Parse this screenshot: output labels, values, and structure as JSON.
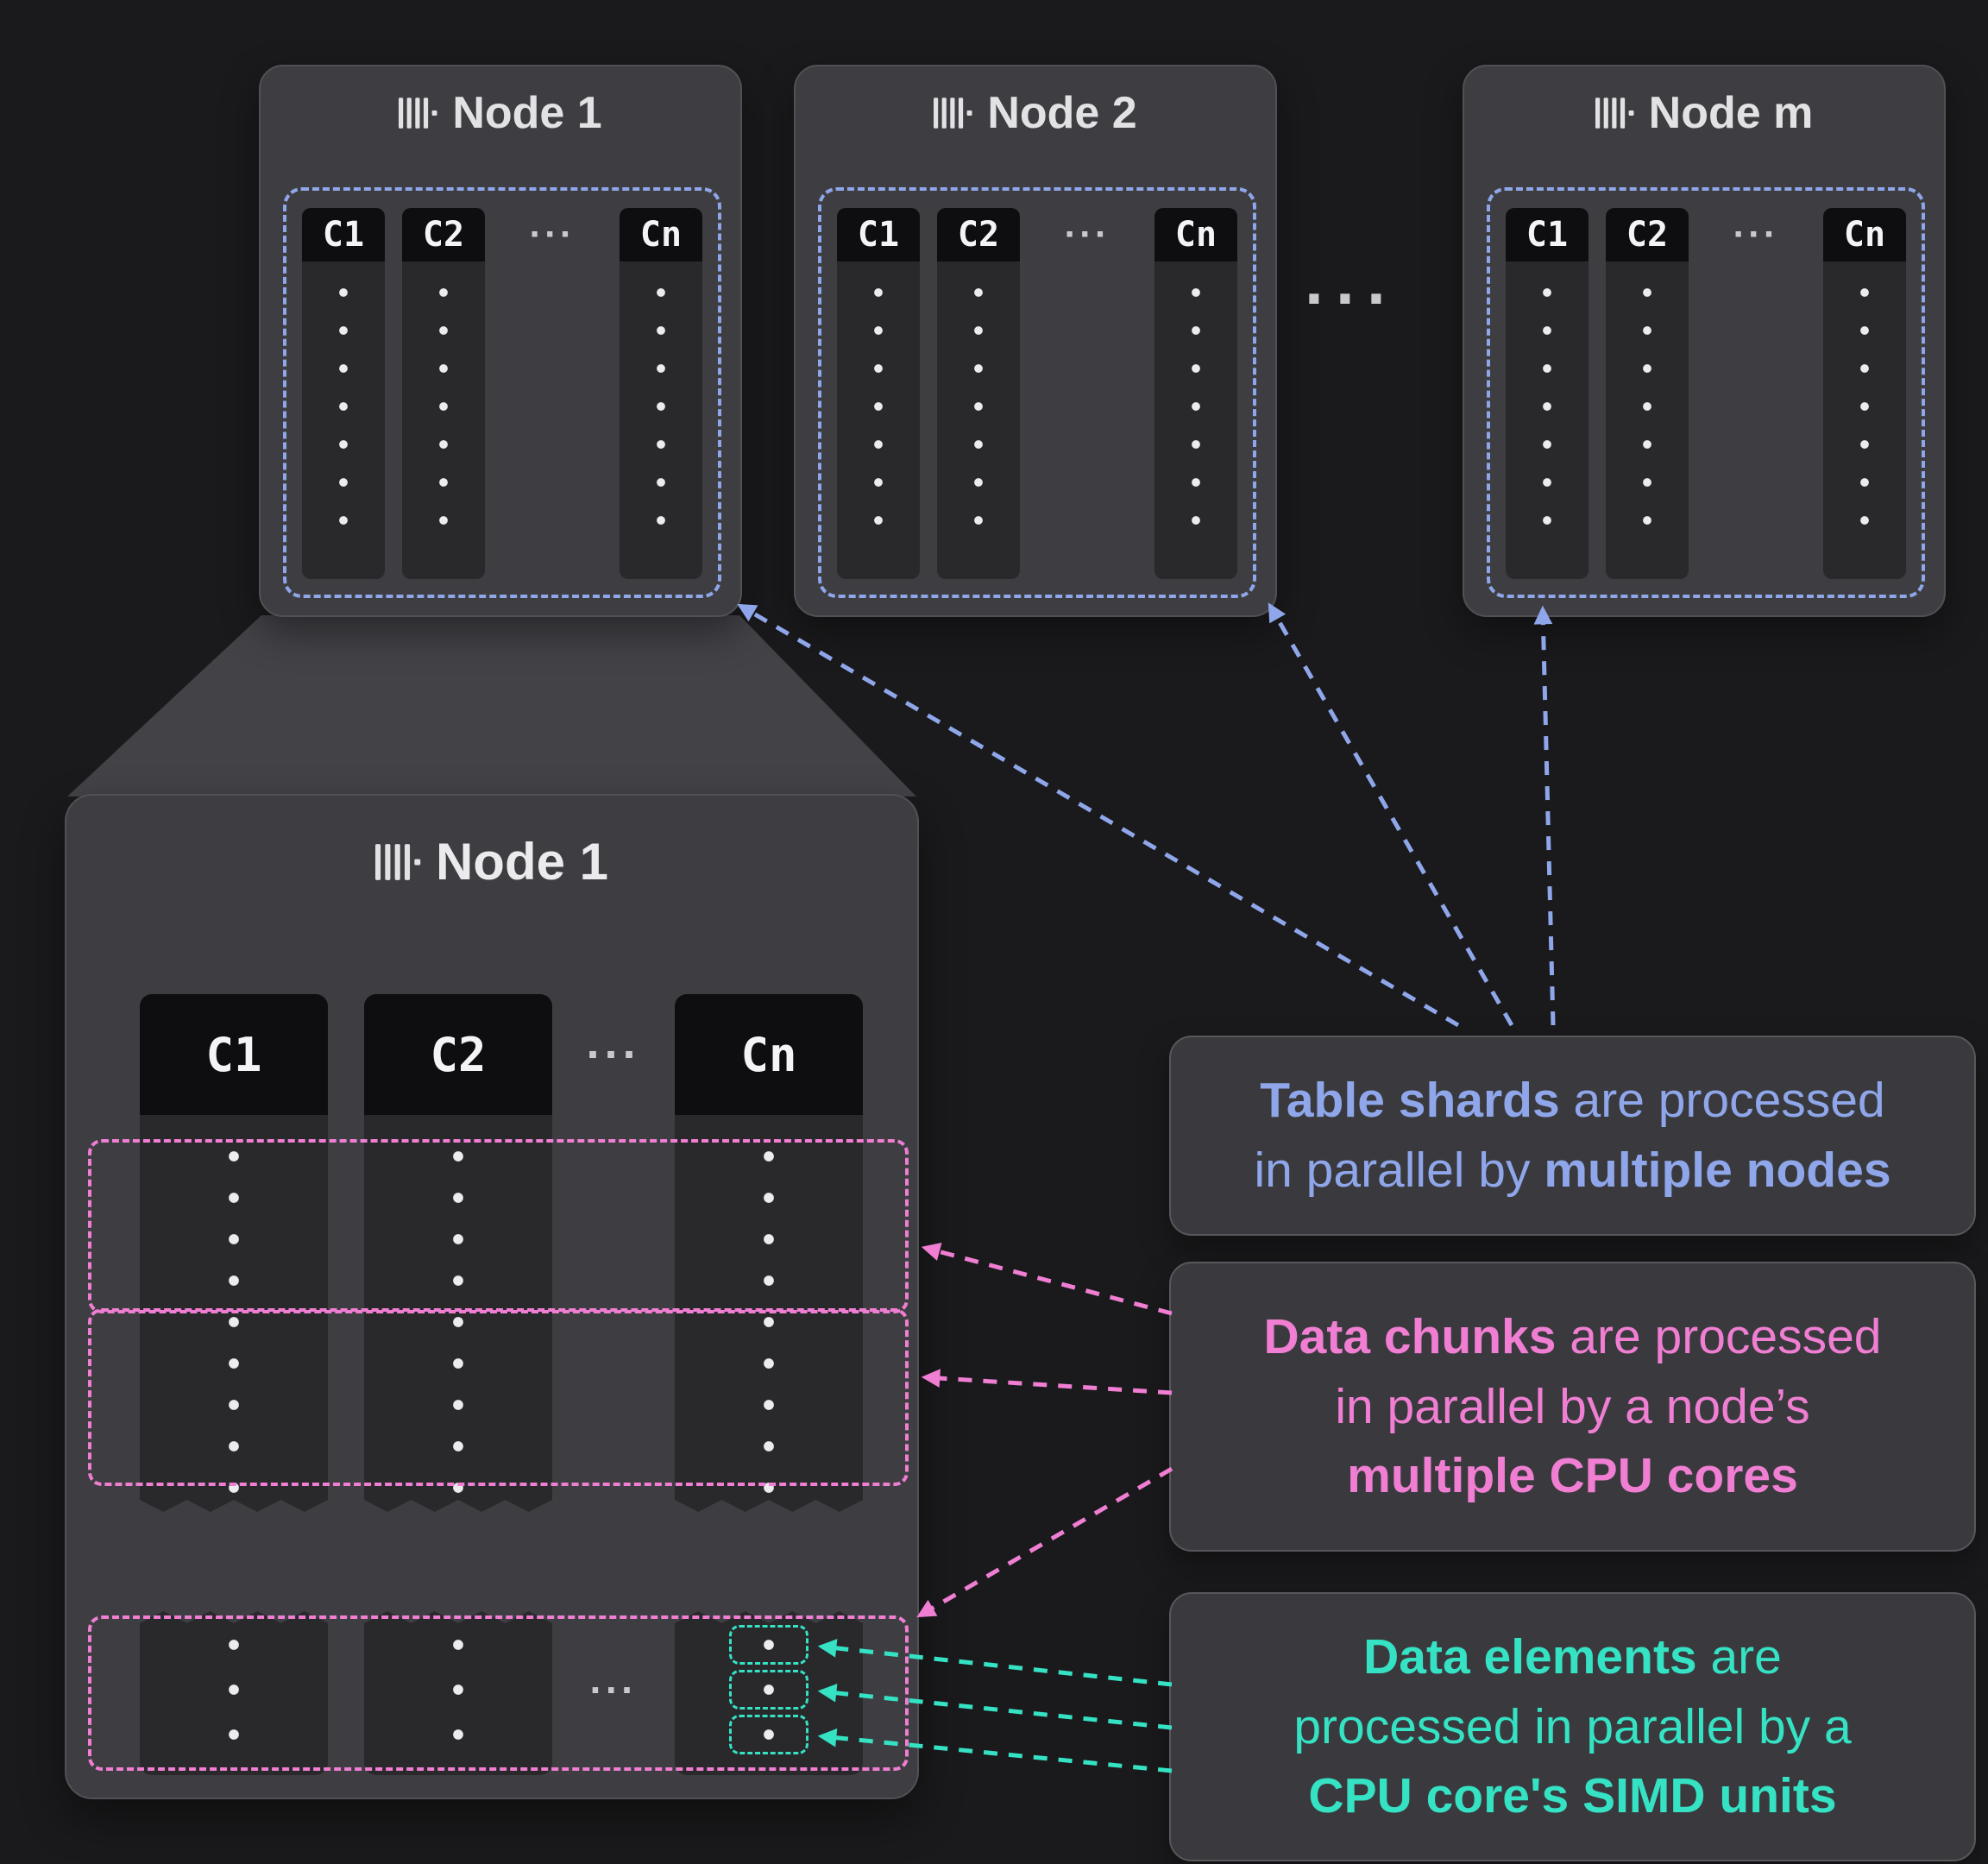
{
  "colors": {
    "background": "#1a1a1c",
    "card": "#3e3e42",
    "card_border": "#505055",
    "column_header_bg": "#0e0e10",
    "column_body_bg": "#29292c",
    "dot": "#ececee",
    "shard": "#8fa7ea",
    "chunk": "#f07ed2",
    "element": "#35e2c4",
    "box_bg": "#3a3a3e",
    "box_border": "#57575c",
    "ellipsis": "#c9c9cc",
    "title_text": "#e2e2e5"
  },
  "top_nodes": [
    {
      "title": "Node 1",
      "c1": "C1",
      "c2": "C2",
      "cn": "Cn",
      "cols_ellipsis": "···"
    },
    {
      "title": "Node 2",
      "c1": "C1",
      "c2": "C2",
      "cn": "Cn",
      "cols_ellipsis": "···"
    },
    {
      "title": "Node m",
      "c1": "C1",
      "c2": "C2",
      "cn": "Cn",
      "cols_ellipsis": "···"
    }
  ],
  "nodes_gap_ellipsis": "···",
  "zoom_node": {
    "title": "Node 1",
    "c1": "C1",
    "c2": "C2",
    "cn": "Cn",
    "header_ellipsis": "···",
    "bottom_ellipsis": "···"
  },
  "annotations": {
    "shards": {
      "bold1": "Table shards",
      "mid_a": " are processed",
      "mid_b": "in parallel by ",
      "bold2": "multiple nodes"
    },
    "chunks": {
      "bold1": "Data chunks",
      "mid_a": " are processed",
      "mid_b": "in parallel by a node’s",
      "bold2": "multiple CPU cores"
    },
    "elements": {
      "bold1": "Data elements",
      "mid_a": " are",
      "mid_b": "processed in parallel by a",
      "bold2": "CPU core's SIMD units"
    }
  }
}
